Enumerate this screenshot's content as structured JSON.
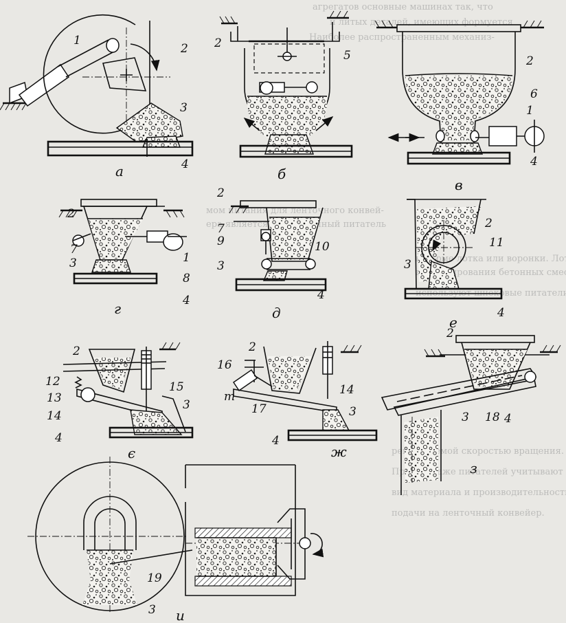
{
  "figure": {
    "part_labels": {
      "a": "а",
      "b": "б",
      "v": "в",
      "g": "г",
      "d": "д",
      "e": "е",
      "ye": "є",
      "zh": "ж",
      "z": "з",
      "i": "и"
    },
    "numbers": {
      "n1": "1",
      "n2": "2",
      "n3": "3",
      "n4": "4",
      "n5": "5",
      "n6": "6",
      "n7": "7",
      "n8": "8",
      "n9": "9",
      "n10": "10",
      "n11": "11",
      "n12": "12",
      "n13": "13",
      "n14": "14",
      "n15": "15",
      "n16": "16",
      "n17": "17",
      "n18": "18",
      "n19": "19",
      "m": "т"
    }
  },
  "bleed_text": [
    "агрегатов основные машинах так, что",
    "и литых деталей, имеющих формуется",
    "Наиболее распространенным механиз-",
    "мом питания для ленточного конвей-",
    "ера является вибрационный питатель",
    "в форме лотка или воронки. Лоток",
    "для дозирования бетонных смесей",
    "используют шнековые питатели с",
    "регулируемой скоростью вращения.",
    "При монтаже питателей учитывают",
    "вид материала и производительность",
    "подачи на ленточный конвейер."
  ]
}
